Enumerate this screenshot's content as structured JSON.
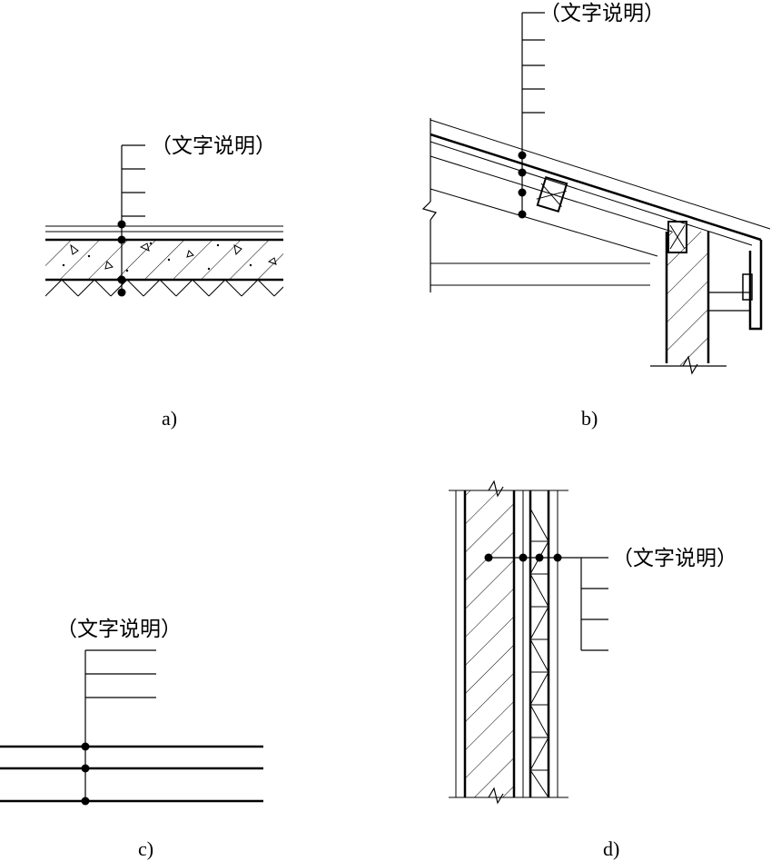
{
  "figures": [
    {
      "id": "a",
      "caption": "a)",
      "label": "（文字说明）"
    },
    {
      "id": "b",
      "caption": "b)",
      "label": "（文字说明）"
    },
    {
      "id": "c",
      "caption": "c)",
      "label": "（文字说明）"
    },
    {
      "id": "d",
      "caption": "d)",
      "label": "（文字说明）"
    }
  ]
}
